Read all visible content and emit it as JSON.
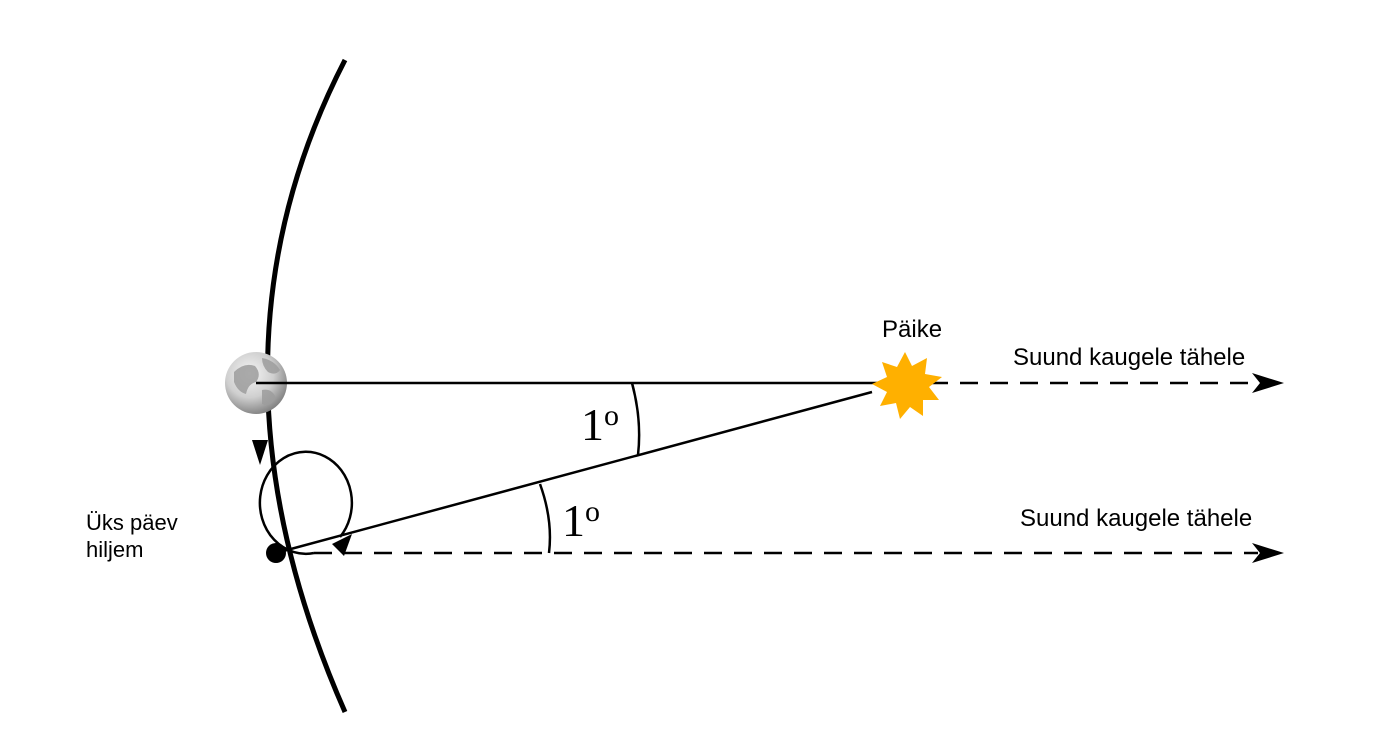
{
  "labels": {
    "sun": "Päike",
    "direction_top": "Suund kaugele tähele",
    "direction_bottom": "Suund kaugele tähele",
    "one_day_line1": "Üks päev",
    "one_day_line2": "hiljem"
  },
  "angles": {
    "upper": {
      "value": "1",
      "unit": "o"
    },
    "lower": {
      "value": "1",
      "unit": "o"
    }
  },
  "colors": {
    "line": "#000000",
    "sun": "#FFB000",
    "earth_light": "#e6e6e6",
    "earth_dark": "#8a8a8a"
  },
  "icons": {
    "earth": "earth-globe-icon",
    "sun": "sun-star-icon"
  }
}
